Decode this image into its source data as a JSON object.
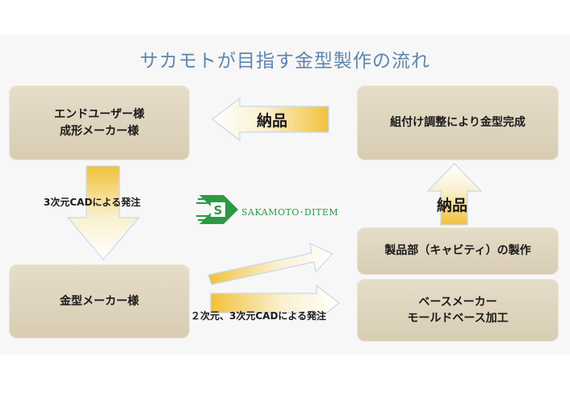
{
  "title": "サカモトが目指す金型製作の流れ",
  "boxes": {
    "end_user": [
      "エンドユーザー様",
      "成形メーカー様"
    ],
    "assembly": "組付け調整により金型完成",
    "mold_maker": "金型メーカー様",
    "product_part": "製品部（キャビティ）の製作",
    "base_maker": [
      "ベースメーカー",
      "モールドベース加工"
    ]
  },
  "arrows": {
    "delivery_top": "納品",
    "order_3d": "3次元CADによる発注",
    "delivery_right": "納品",
    "order_2d3d": "２次元、3次元CADによる発注"
  },
  "logo": {
    "letter": "S",
    "text": "SAKAMOTO･DITEM"
  },
  "colors": {
    "box": "#ddd2bb",
    "arrow_fill": "#f5c842",
    "logo_green": "#2c9a45",
    "title": "#5f86ad"
  }
}
